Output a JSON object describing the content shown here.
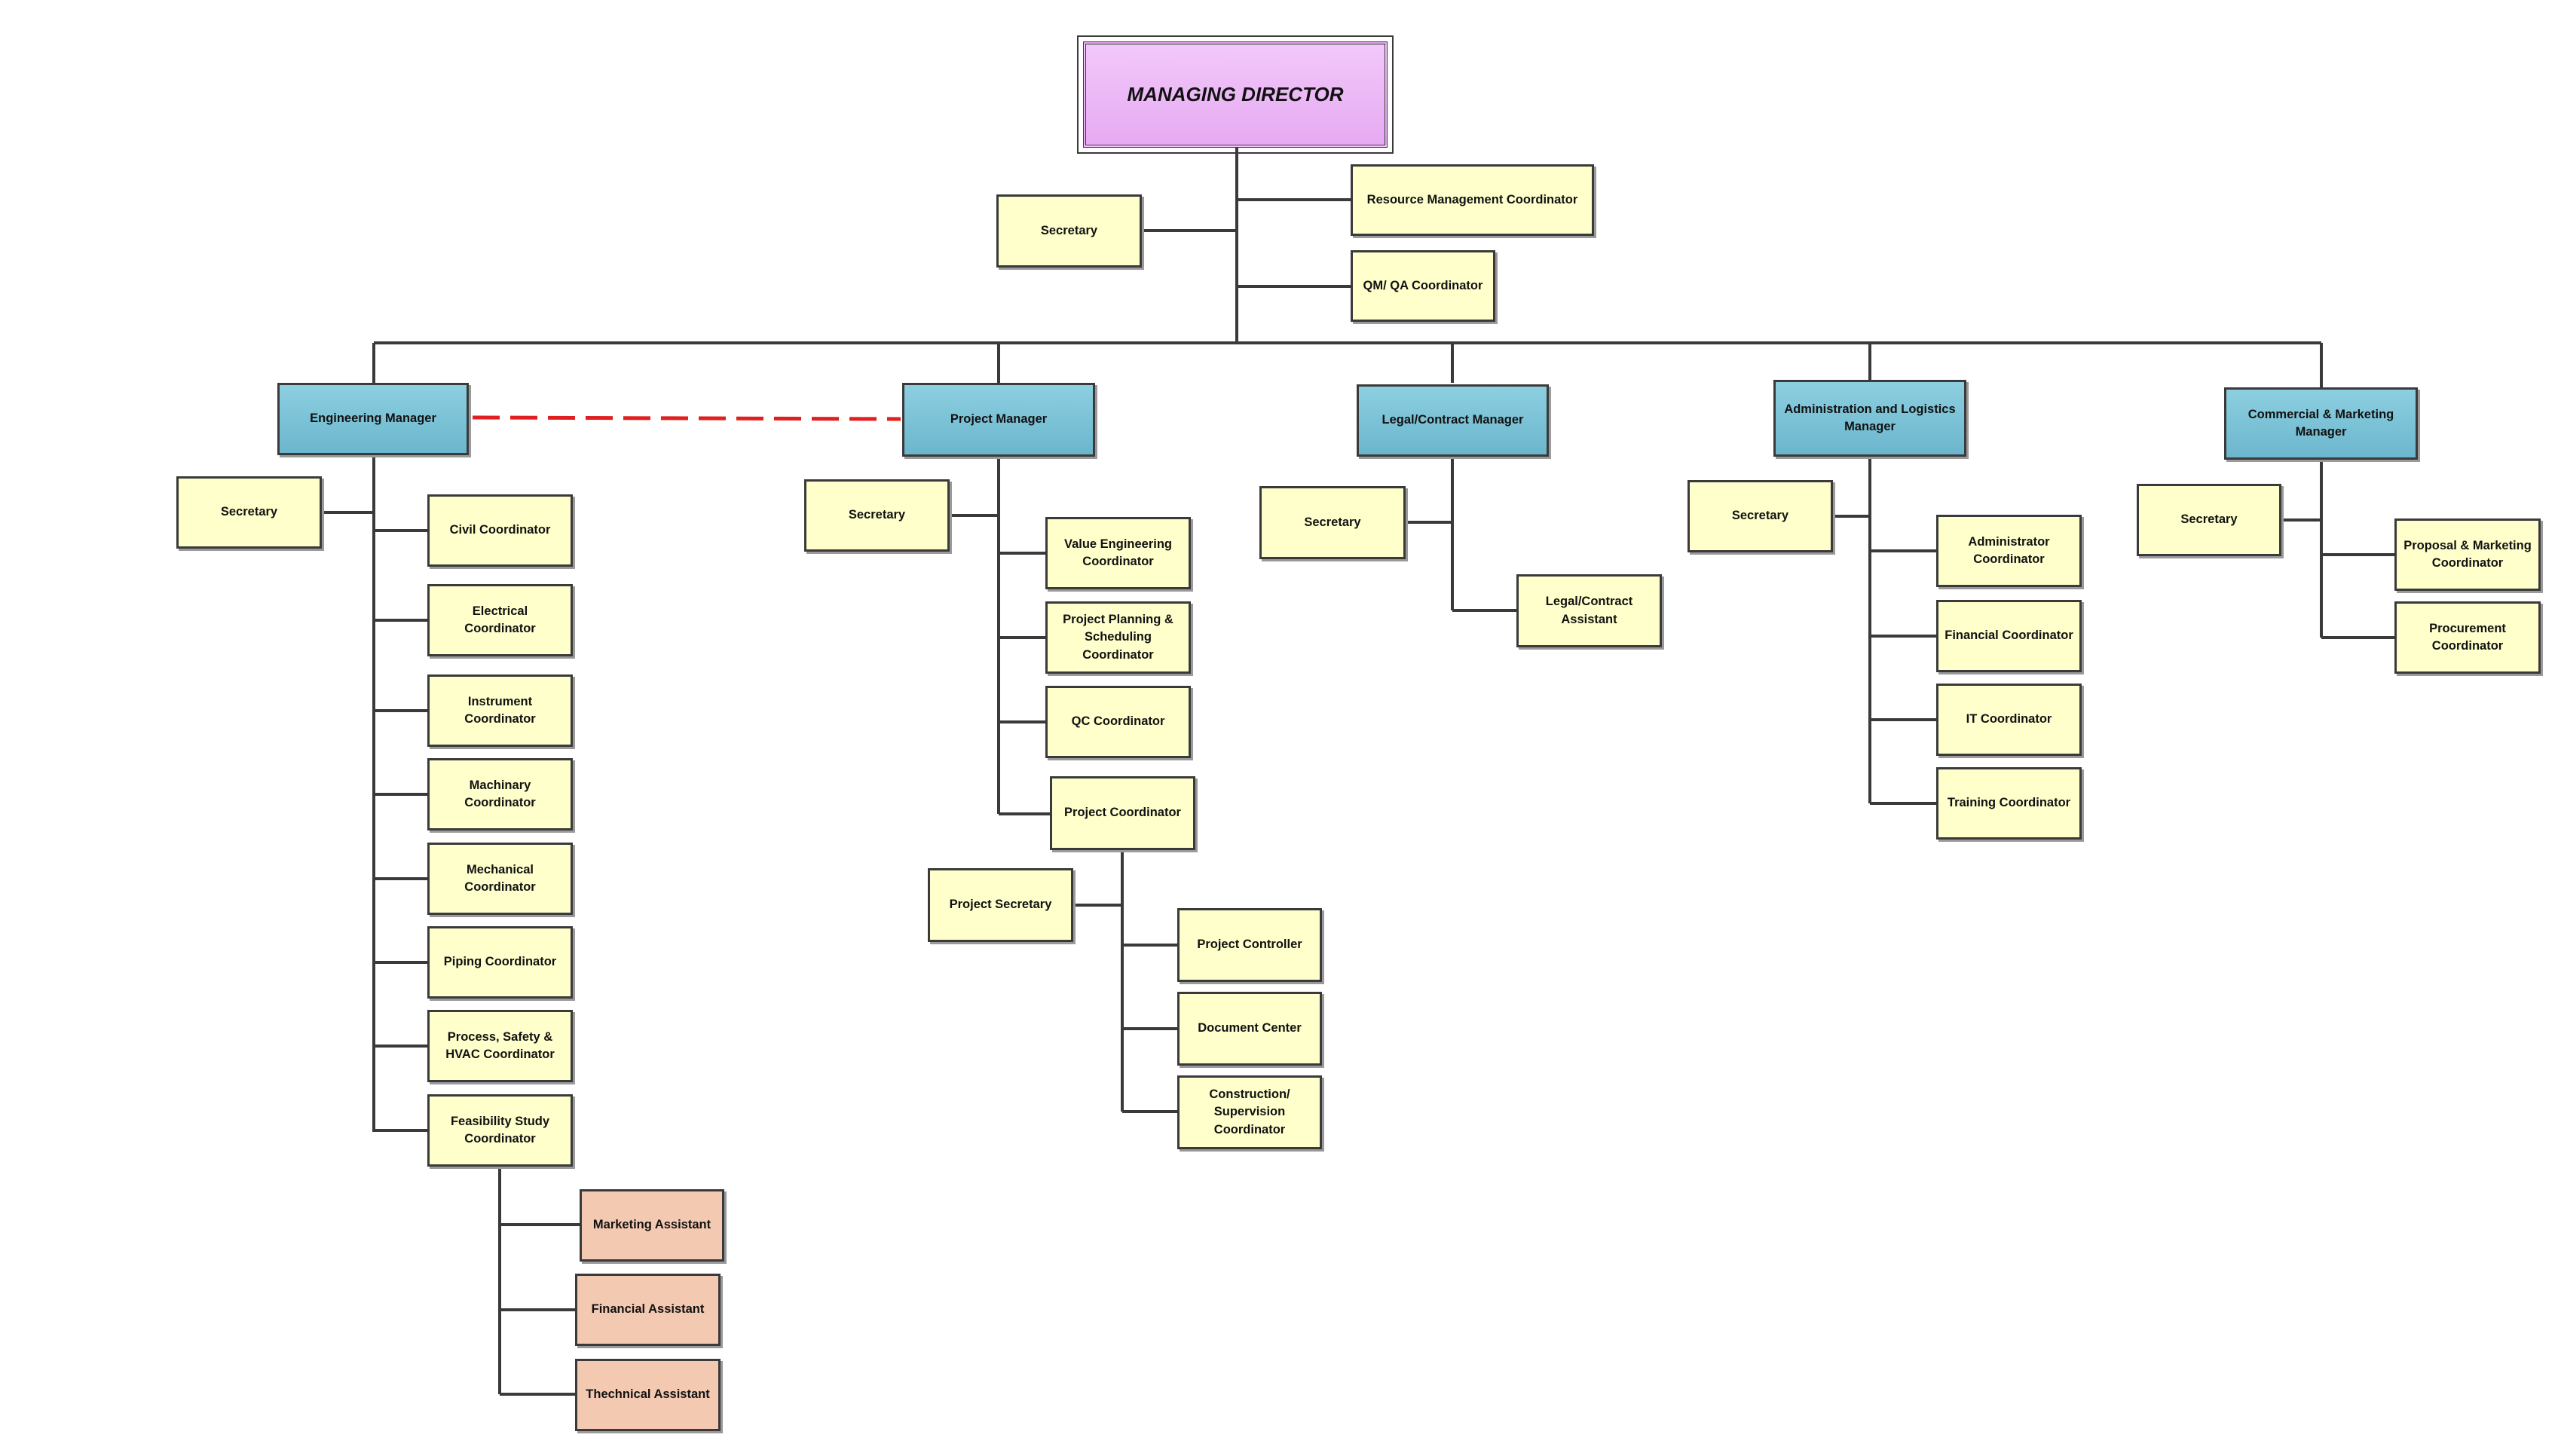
{
  "colors": {
    "director_fill": "#eebcf8",
    "manager_fill": "#7ec3d8",
    "coordinator_fill": "#ffffcc",
    "assistant_fill": "#f4c9b2",
    "connector": "#3a3a3a",
    "dotted_link": "#e02020"
  },
  "director": "MANAGING DIRECTOR",
  "director_staff": {
    "secretary": "Secretary",
    "resource_management": "Resource Management Coordinator",
    "qm_qa": "QM/ QA Coordinator"
  },
  "engineering": {
    "manager": "Engineering Manager",
    "secretary": "Secretary",
    "civil": "Civil Coordinator",
    "electrical": "Electrical\nCoordinator",
    "instrument": "Instrument\nCoordinator",
    "machinary": "Machinary\nCoordinator",
    "mechanical": "Mechanical\nCoordinator",
    "piping": "Piping Coordinator",
    "process": "Process, Safety &\nHVAC Coordinator",
    "feasibility": "Feasibility Study\nCoordinator",
    "marketing_assistant": "Marketing Assistant",
    "financial_assistant": "Financial Assistant",
    "technical_assistant": "Thechnical Assistant"
  },
  "project": {
    "manager": "Project Manager",
    "secretary": "Secretary",
    "value_engineering": "Value Engineering\nCoordinator",
    "planning": "Project Planning &\nScheduling\nCoordinator",
    "qc": "QC Coordinator",
    "project_coordinator": "Project Coordinator",
    "project_secretary": "Project Secretary",
    "controller": "Project Controller",
    "document_center": "Document Center",
    "construction": "Construction/\nSupervision\nCoordinator"
  },
  "legal": {
    "manager": "Legal/Contract Manager",
    "secretary": "Secretary",
    "assistant": "Legal/Contract\nAssistant"
  },
  "administration": {
    "manager": "Administration and Logistics\nManager",
    "secretary": "Secretary",
    "administrator": "Administrator\nCoordinator",
    "financial": "Financial Coordinator",
    "it": "IT Coordinator",
    "training": "Training Coordinator"
  },
  "commercial": {
    "manager": "Commercial & Marketing\nManager",
    "secretary": "Secretary",
    "proposal": "Proposal & Marketing\nCoordinator",
    "procurement": "Procurement\nCoordinator"
  }
}
